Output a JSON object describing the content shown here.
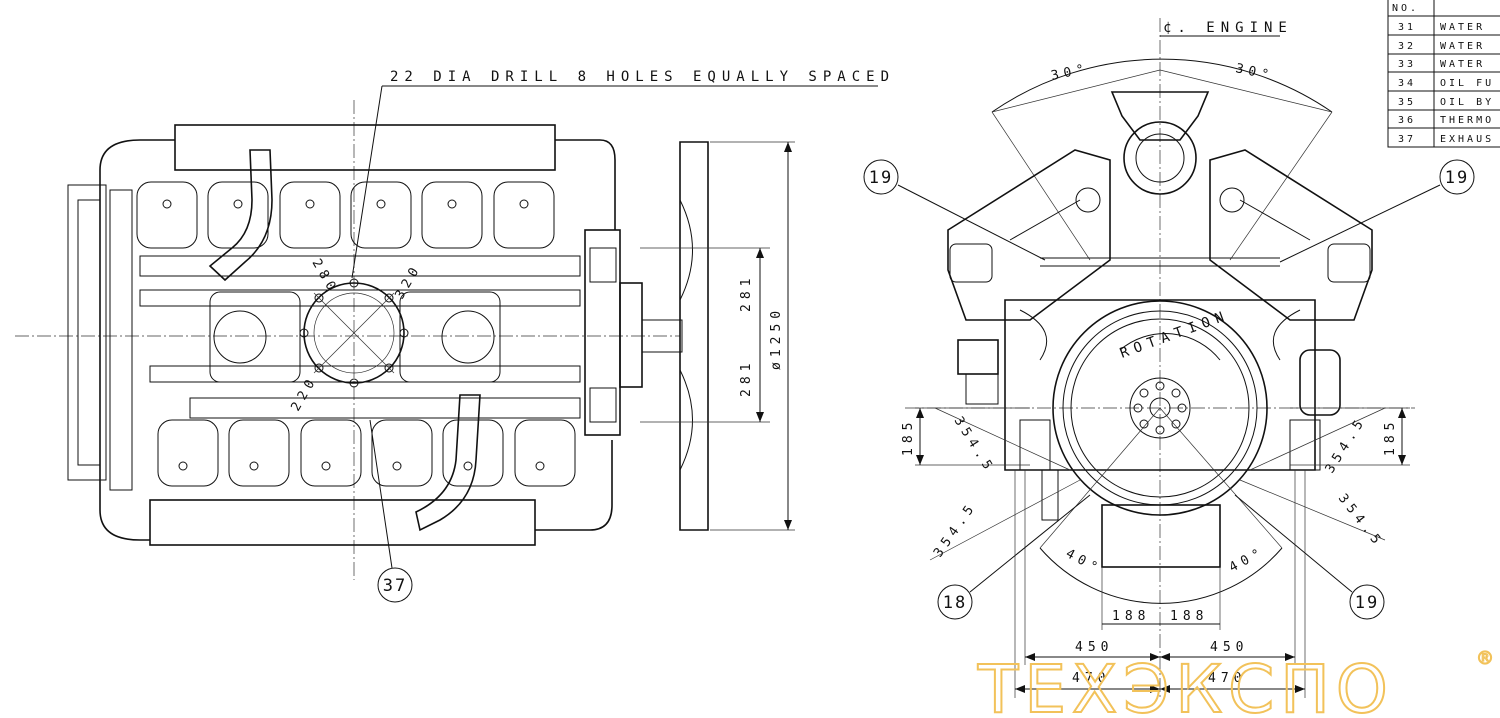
{
  "drill_note": "22 DIA DRILL 8 HOLES EQUALLY SPACED",
  "engine_centerline": "¢. ENGINE",
  "rotation": "ROTATION",
  "bolt_circle_labels": [
    "280",
    "320",
    "220"
  ],
  "dims_top_view": {
    "upper": "281",
    "lower": "281",
    "fan_dia": "ø1250"
  },
  "dims_end_view": {
    "angle_left": "30°",
    "angle_right": "30°",
    "height_left": "185",
    "height_right": "185",
    "radius_ul": "354.5",
    "radius_ll": "354.5",
    "radius_ur": "354.5",
    "radius_lr": "354.5",
    "angle_bottom_left": "40°",
    "angle_bottom_right": "40°",
    "w188_left": "188",
    "w188_right": "188",
    "w450_left": "450",
    "w450_right": "450",
    "w470_left": "470",
    "w470_right": "470"
  },
  "balloons": {
    "b37": "37",
    "b19_left": "19",
    "b19_right": "19",
    "b18": "18",
    "b19_bottom": "19"
  },
  "parts_table": {
    "header": "NO.",
    "rows": [
      {
        "no": "31",
        "desc": "WATER"
      },
      {
        "no": "32",
        "desc": "WATER"
      },
      {
        "no": "33",
        "desc": "WATER"
      },
      {
        "no": "34",
        "desc": "OIL FU"
      },
      {
        "no": "35",
        "desc": "OIL BY"
      },
      {
        "no": "36",
        "desc": "THERMO"
      },
      {
        "no": "37",
        "desc": "EXHAUS"
      }
    ]
  },
  "watermark": "ТЕХЭКСПО",
  "watermark_mark": "®",
  "colors": {
    "line": "#111111",
    "watermark": "#f2c25a",
    "background": "#ffffff"
  }
}
